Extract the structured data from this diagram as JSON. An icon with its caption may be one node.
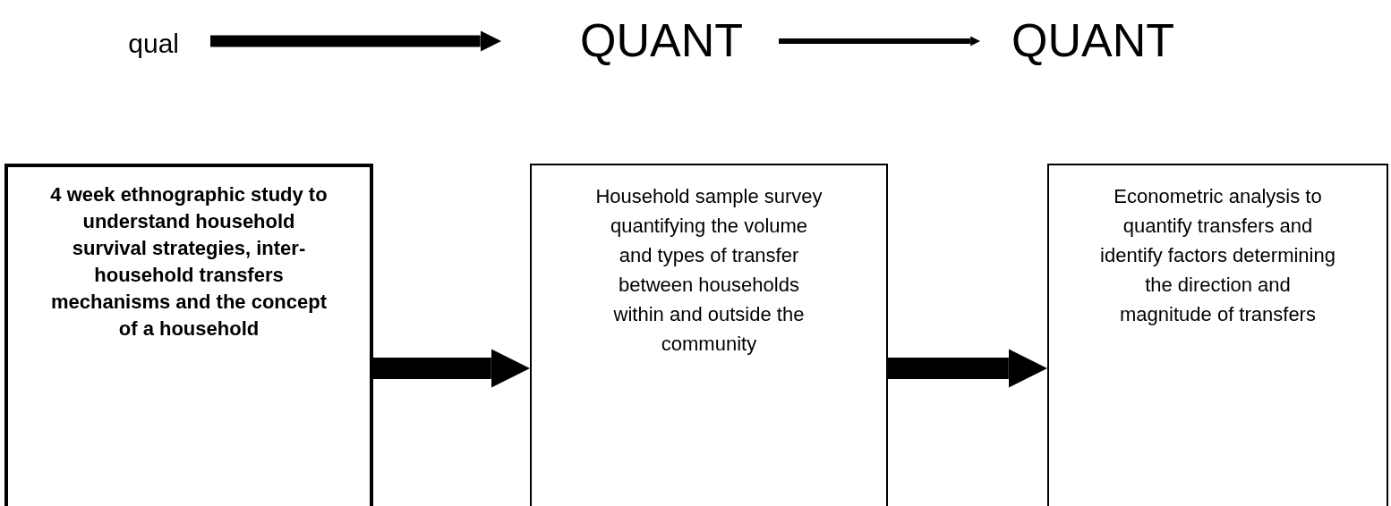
{
  "diagram": {
    "nodes": [
      {
        "text": [
          "qual"
        ]
      },
      {
        "text": [
          "QUANT"
        ]
      },
      {
        "text": [
          "QUANT"
        ]
      },
      {
        "text": [
          "4 week ethnographic study to understand household survival strategies, inter-household transfers mechanisms and the concept of a household"
        ]
      },
      {
        "text": [
          "Household sample survey quantifying the volume and types of transfer between households within and outside the community"
        ]
      },
      {
        "text": [
          "Econometric analysis to quantify transfers and identify factors determining the direction and magnitude of transfers"
        ]
      }
    ],
    "edges": [
      {
        "from": 0,
        "to": 1,
        "arrow": "to"
      },
      {
        "from": 1,
        "to": 2,
        "arrow": "to"
      },
      {
        "from": 3,
        "to": 4,
        "arrow": "to",
        "style": "thick"
      },
      {
        "from": 4,
        "to": 5,
        "arrow": "to",
        "style": "thick"
      }
    ]
  }
}
